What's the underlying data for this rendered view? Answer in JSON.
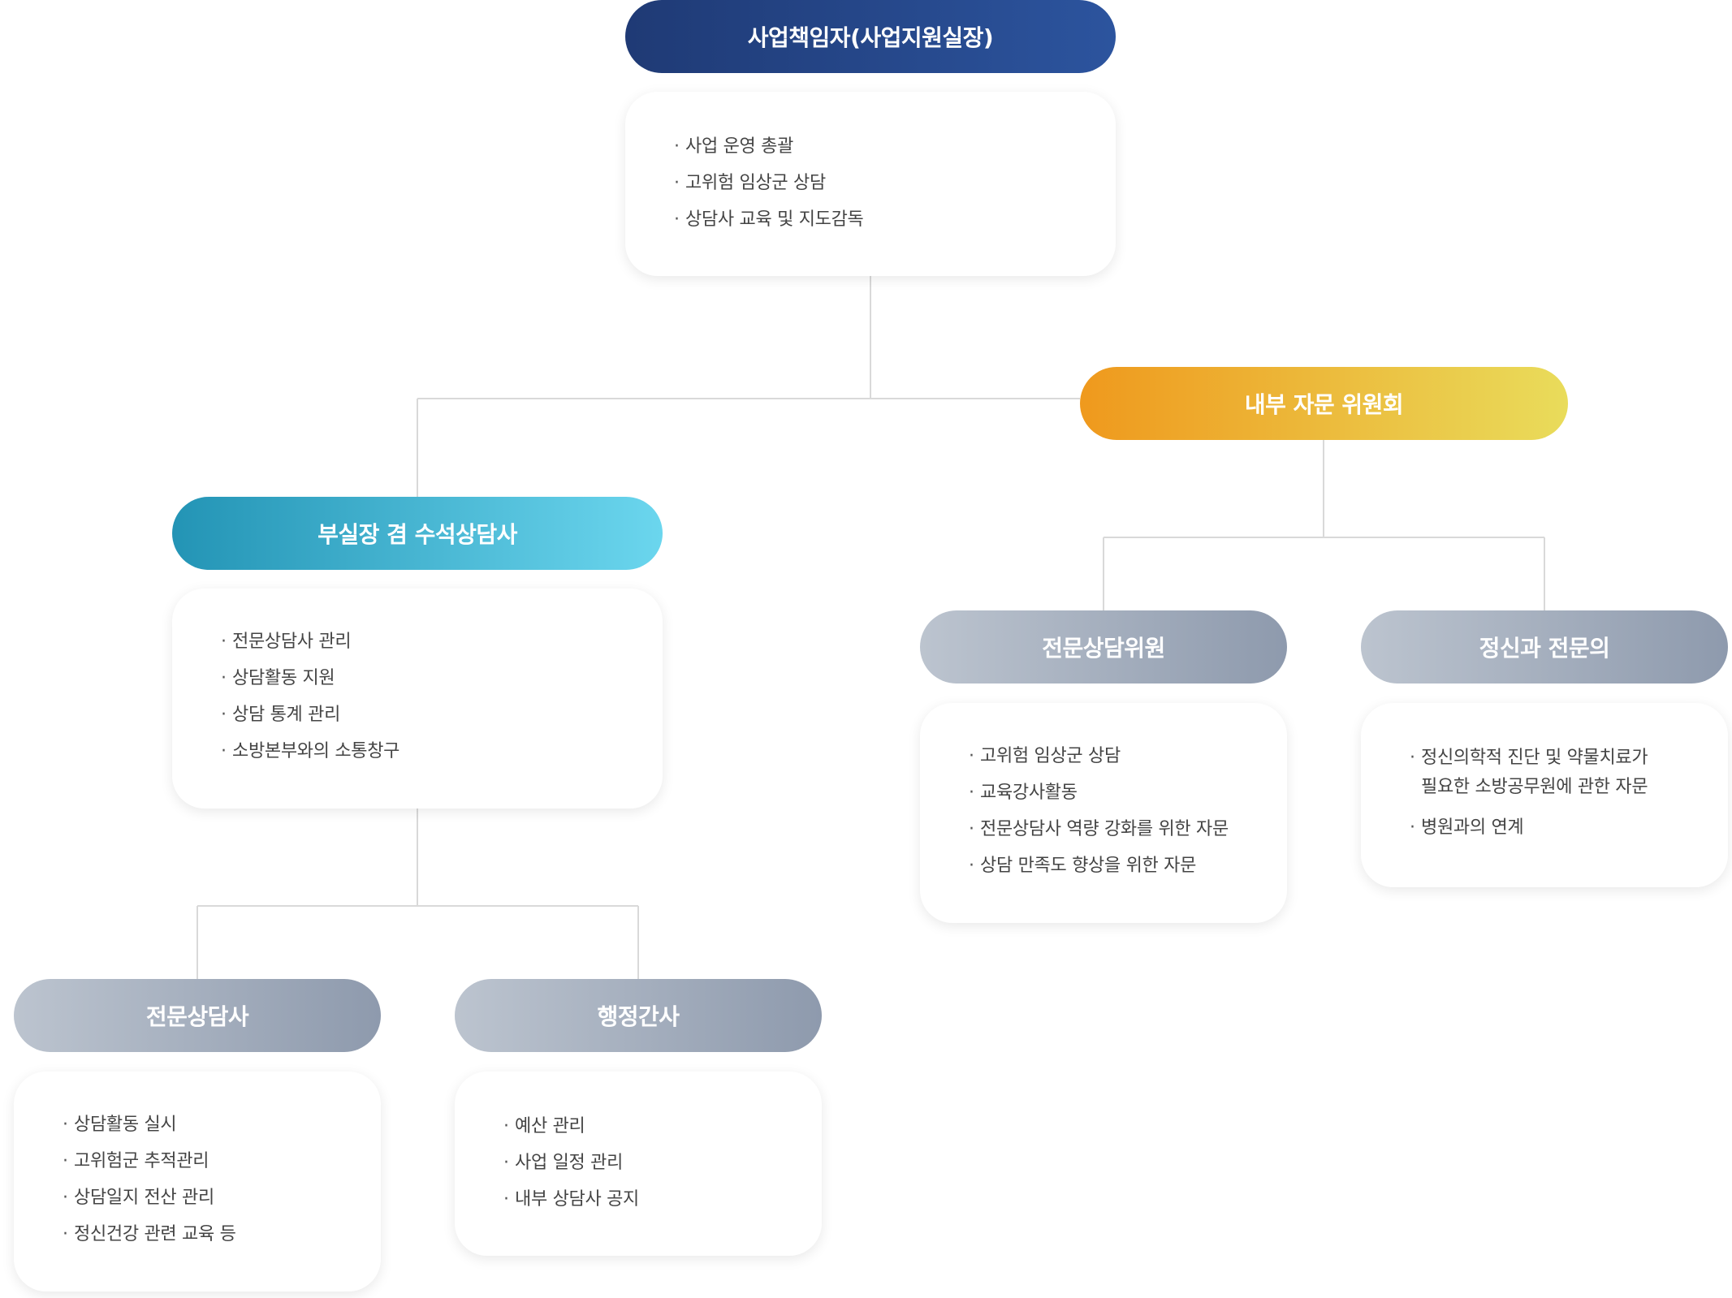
{
  "chief": {
    "title": "사업책임자(사업지원실장)",
    "duties": [
      "사업 운영 총괄",
      "고위험 임상군 상담",
      "상담사 교육 및 지도감독"
    ]
  },
  "committee": {
    "title": "내부 자문 위원회"
  },
  "deputy": {
    "title": "부실장 겸 수석상담사",
    "duties": [
      "전문상담사 관리",
      "상담활동 지원",
      "상담 통계 관리",
      "소방본부와의 소통창구"
    ]
  },
  "expert_member": {
    "title": "전문상담위원",
    "duties": [
      "고위험 임상군 상담",
      "교육강사활동",
      "전문상담사 역량 강화를 위한 자문",
      "상담 만족도 향상을 위한 자문"
    ]
  },
  "psychiatrist": {
    "title": "정신과 전문의",
    "duty1_line1": "정신의학적 진단 및 약물치료가",
    "duty1_line2": "필요한 소방공무원에 관한 자문",
    "duty2": "병원과의 연계"
  },
  "counselor": {
    "title": "전문상담사",
    "duties": [
      "상담활동 실시",
      "고위험군 추적관리",
      "상담일지 전산 관리",
      "정신건강 관련 교육 등"
    ]
  },
  "admin": {
    "title": "행정간사",
    "duties": [
      "예산 관리",
      "사업 일정 관리",
      "내부 상담사 공지"
    ]
  },
  "colors": {
    "navy_start": "#1f3a75",
    "navy_end": "#2c549e",
    "orange_start": "#ef991d",
    "orange_end": "#e9dc5b",
    "teal_start": "#2394b5",
    "teal_end": "#6bd6ee",
    "gray_start": "#bcc4cf",
    "gray_end": "#8e9aad",
    "connector": "#d9d9d9"
  }
}
